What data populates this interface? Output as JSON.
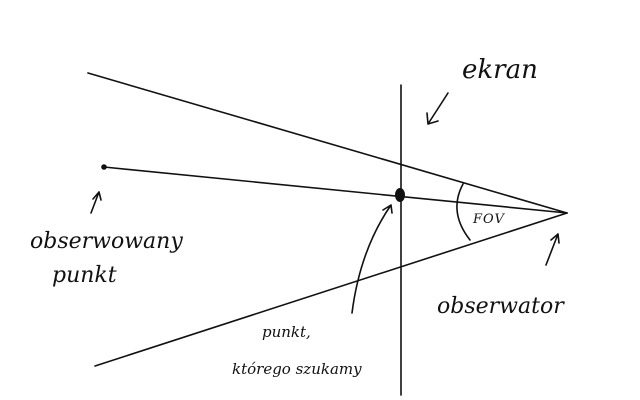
{
  "labels": {
    "screen": "ekran",
    "observed_point": "obserwowany punkt",
    "fov": "FOV",
    "observer": "obserwator",
    "sought_point": "punkt, którego szukamy"
  },
  "colors": {
    "ink": "#111111",
    "background": "#ffffff"
  }
}
